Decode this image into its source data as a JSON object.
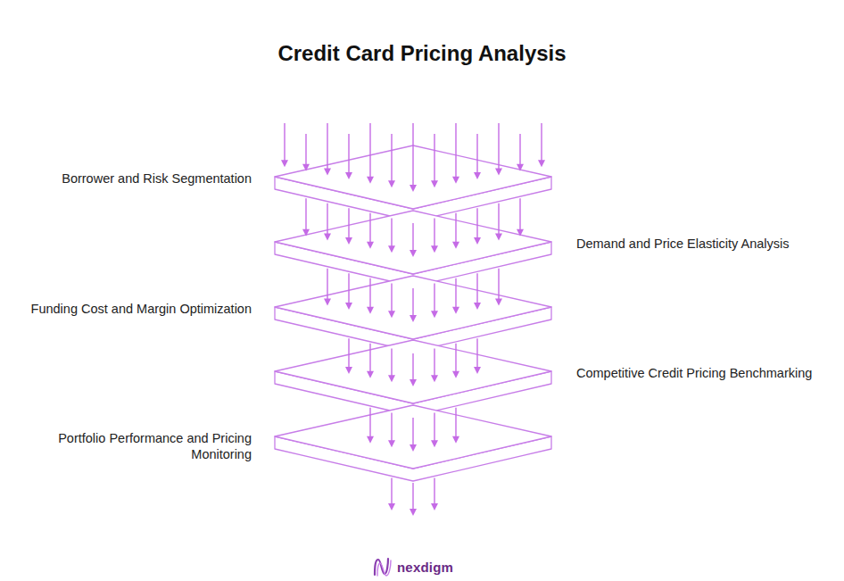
{
  "diagram": {
    "title": "Credit Card Pricing Analysis",
    "nodes": [
      {
        "text": [
          "Borrower and Risk Segmentation"
        ]
      },
      {
        "text": [
          "Demand and Price Elasticity Analysis"
        ]
      },
      {
        "text": [
          "Funding Cost and Margin Optimization"
        ]
      },
      {
        "text": [
          "Competitive Credit Pricing Benchmarking"
        ]
      },
      {
        "text": [
          "Portfolio Performance and Pricing Monitoring"
        ]
      }
    ],
    "labels": [
      "nexdigm"
    ]
  }
}
